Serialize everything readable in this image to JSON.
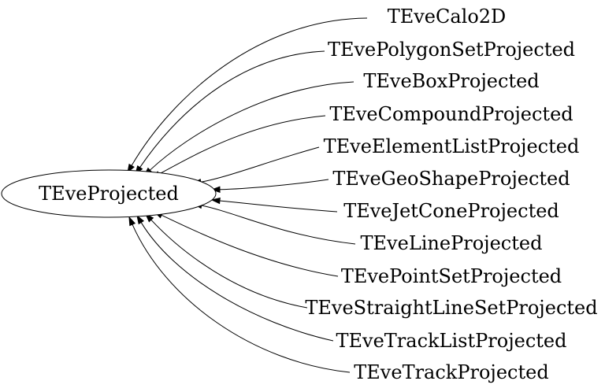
{
  "diagram": {
    "root": "TEveProjected",
    "children": [
      "TEveCalo2D",
      "TEvePolygonSetProjected",
      "TEveBoxProjected",
      "TEveCompoundProjected",
      "TEveElementListProjected",
      "TEveGeoShapeProjected",
      "TEveJetConeProjected",
      "TEveLineProjected",
      "TEvePointSetProjected",
      "TEveStraightLineSetProjected",
      "TEveTrackListProjected",
      "TEveTrackProjected"
    ]
  }
}
